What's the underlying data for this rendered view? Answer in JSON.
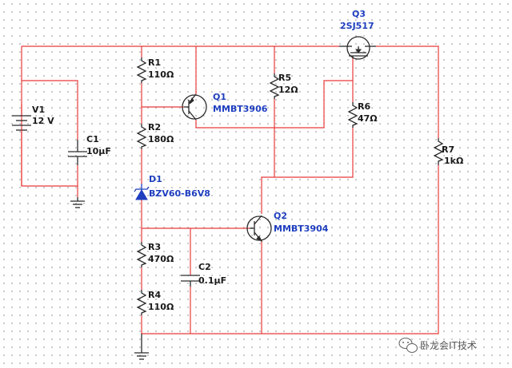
{
  "diagram": {
    "components": {
      "V1": {
        "ref": "V1",
        "value": "12 V"
      },
      "C1": {
        "ref": "C1",
        "value": "10µF"
      },
      "R1": {
        "ref": "R1",
        "value": "110Ω"
      },
      "R2": {
        "ref": "R2",
        "value": "180Ω"
      },
      "D1": {
        "ref": "D1",
        "value": "BZV60-B6V8"
      },
      "R3": {
        "ref": "R3",
        "value": "470Ω"
      },
      "R4": {
        "ref": "R4",
        "value": "110Ω"
      },
      "C2": {
        "ref": "C2",
        "value": "0.1µF"
      },
      "Q1": {
        "ref": "Q1",
        "value": "MMBT3906"
      },
      "Q2": {
        "ref": "Q2",
        "value": "MMBT3904"
      },
      "Q3": {
        "ref": "Q3",
        "value": "2SJ517"
      },
      "R5": {
        "ref": "R5",
        "value": "12Ω"
      },
      "R6": {
        "ref": "R6",
        "value": "47Ω"
      },
      "R7": {
        "ref": "R7",
        "value": "1kΩ"
      }
    },
    "colors": {
      "wire": "#e83a3a",
      "label_blue": "#1f3fbf",
      "component": "#2a2a2a"
    }
  },
  "watermark": {
    "text": "卧龙会IT技术",
    "icon": "wechat-icon"
  }
}
